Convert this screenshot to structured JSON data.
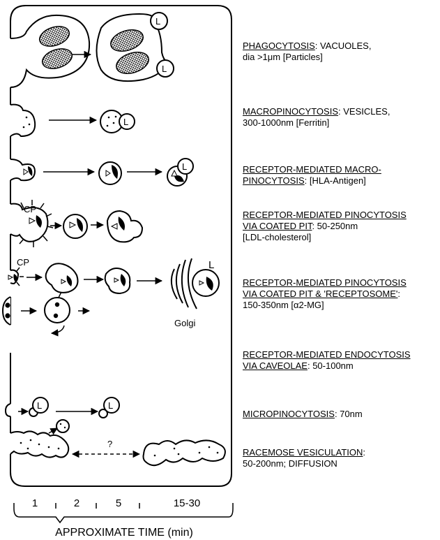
{
  "diagram": {
    "tick_labels": [
      "1",
      "2",
      "5",
      "15-30"
    ],
    "axis_label": "APPROXIMATE TIME (min)",
    "markers": {
      "lysosome": "L",
      "coated_pit": "CP",
      "golgi": "Golgi",
      "unknown": "?"
    },
    "rows": [
      {
        "line1_u": "PHAGOCYTOSIS",
        "line1_rest": ":  VACUOLES,",
        "line2": "dia >1μm [Particles]",
        "line3": ""
      },
      {
        "line1_u": "MACROPINOCYTOSIS",
        "line1_rest": ":  VESICLES,",
        "line2": "300-1000nm [Ferritin]",
        "line3": ""
      },
      {
        "line1_u": "RECEPTOR-MEDIATED MACRO-",
        "line1_rest": "",
        "line2_u": "PINOCYTOSIS",
        "line2": ":   [HLA-Antigen]",
        "line3": ""
      },
      {
        "line1_u": "RECEPTOR-MEDIATED PINOCYTOSIS",
        "line1_rest": "",
        "line2_u": "VIA COATED PIT",
        "line2": ":  50-250nm",
        "line3": "[LDL-cholesterol]"
      },
      {
        "line1_u": "RECEPTOR-MEDIATED PINOCYTOSIS",
        "line1_rest": "",
        "line2_u": "VIA COATED PIT & 'RECEPTOSOME'",
        "line2": ":",
        "line3": "150-350nm  [α2-MG]"
      },
      {
        "line1_u": "RECEPTOR-MEDIATED ENDOCYTOSIS",
        "line1_rest": "",
        "line2_u": "VIA CAVEOLAE",
        "line2": ":  50-100nm",
        "line3": ""
      },
      {
        "line1_u": "MICROPINOCYTOSIS",
        "line1_rest": ":  70nm",
        "line2": "",
        "line3": ""
      },
      {
        "line1_u": "RACEMOSE VESICULATION",
        "line1_rest": ":",
        "line2": "50-200nm; DIFFUSION",
        "line3": ""
      }
    ]
  }
}
